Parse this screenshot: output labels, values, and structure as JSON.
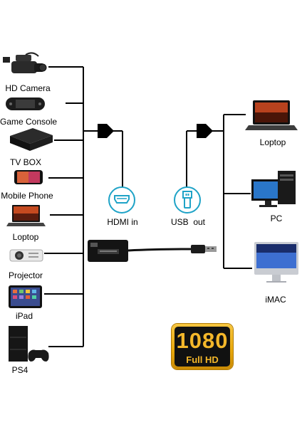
{
  "inputs": {
    "hd_camera": "HD Camera",
    "game_console": "Game Console",
    "tv_box": "TV BOX",
    "mobile_phone": "Mobile Phone",
    "laptop": "Loptop",
    "projector": "Projector",
    "ipad": "iPad",
    "ps4": "PS4"
  },
  "ports": {
    "hdmi_in": "HDMI in",
    "usb_out": "USB  out"
  },
  "outputs": {
    "laptop": "Loptop",
    "pc": "PC",
    "imac": "iMAC"
  },
  "badge": {
    "resolution": "1080",
    "label": "Full HD"
  },
  "colors": {
    "line": "#000000",
    "accent": "#1fa3c7",
    "badge_gold": "#f4b72a"
  }
}
